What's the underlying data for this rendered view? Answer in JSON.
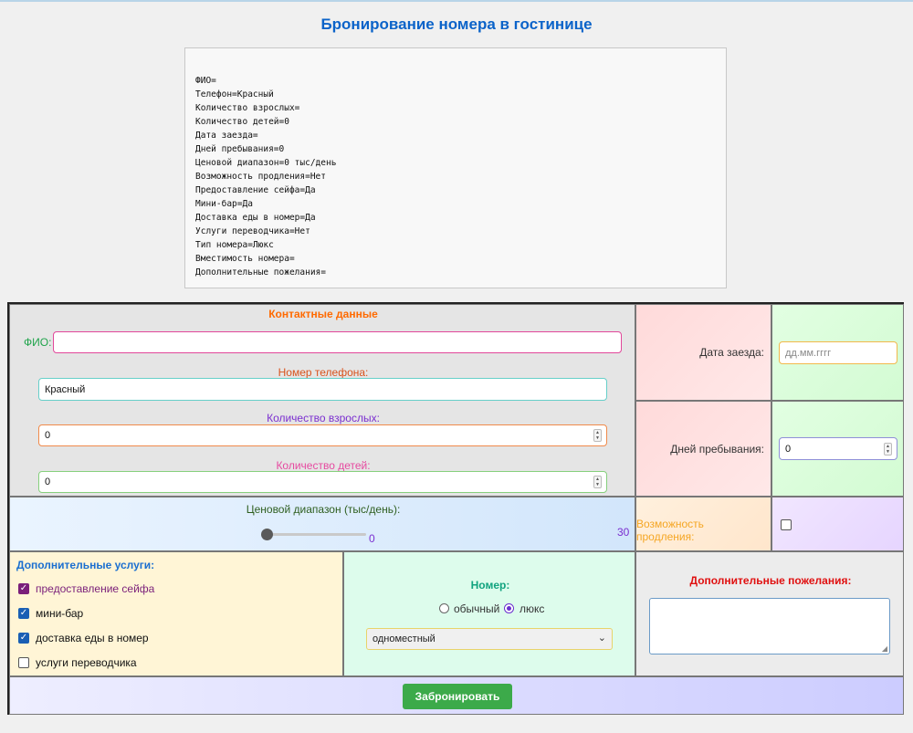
{
  "title": "Бронирование номера в гостинице",
  "output_lines": [
    "ФИО=",
    "Телефон=Красный",
    "Количество взрослых=",
    "Количество детей=0",
    "Дата заезда=",
    "Дней пребывания=0",
    "Ценовой диапазон=0 тыс/день",
    "Возможность продления=Нет",
    "Предоставление сейфа=Да",
    "Мини-бар=Да",
    "Доставка еды в номер=Да",
    "Услуги переводчика=Нет",
    "Тип номера=Люкс",
    "Вместимость номера=",
    "Дополнительные пожелания="
  ],
  "contact": {
    "heading": "Контактные данные",
    "fio_label": "ФИО:",
    "fio_value": "",
    "phone_label": "Номер телефона:",
    "phone_value": "Красный",
    "adults_label": "Количество взрослых:",
    "adults_value": "0",
    "children_label": "Количество детей:",
    "children_value": "0"
  },
  "date": {
    "label": "Дата заезда:",
    "placeholder": "дд.мм.гггг"
  },
  "days": {
    "label": "Дней пребывания:",
    "value": "0"
  },
  "price": {
    "label": "Ценовой диапазон (тыс/день):",
    "value": "0",
    "max": "30",
    "fraction": 0
  },
  "extension": {
    "label": "Возможность продления:",
    "checked": false
  },
  "services": {
    "heading": "Дополнительные услуги:",
    "items": [
      {
        "label": "предоставление сейфа",
        "checked": true
      },
      {
        "label": "мини-бар",
        "checked": true
      },
      {
        "label": "доставка еды в номер",
        "checked": true
      },
      {
        "label": "услуги переводчика",
        "checked": false
      }
    ]
  },
  "room": {
    "heading": "Номер:",
    "option_regular": "обычный",
    "option_lux": "люкс",
    "selected": "люкс",
    "capacity_value": "одноместный"
  },
  "wishes": {
    "heading": "Дополнительные пожелания:",
    "value": ""
  },
  "submit_label": "Забронировать",
  "colors": {
    "title": "#0b63c9",
    "submit": "#3caa4a",
    "contact_heading": "#ff6a00",
    "fio_label": "#1ea34a",
    "phone_label": "#d9541e",
    "adults_label": "#7b2fd0",
    "children_label": "#e64aa0",
    "services_heading": "#1a6fd0",
    "room_heading": "#11a37f",
    "wishes_heading": "#e01010"
  }
}
